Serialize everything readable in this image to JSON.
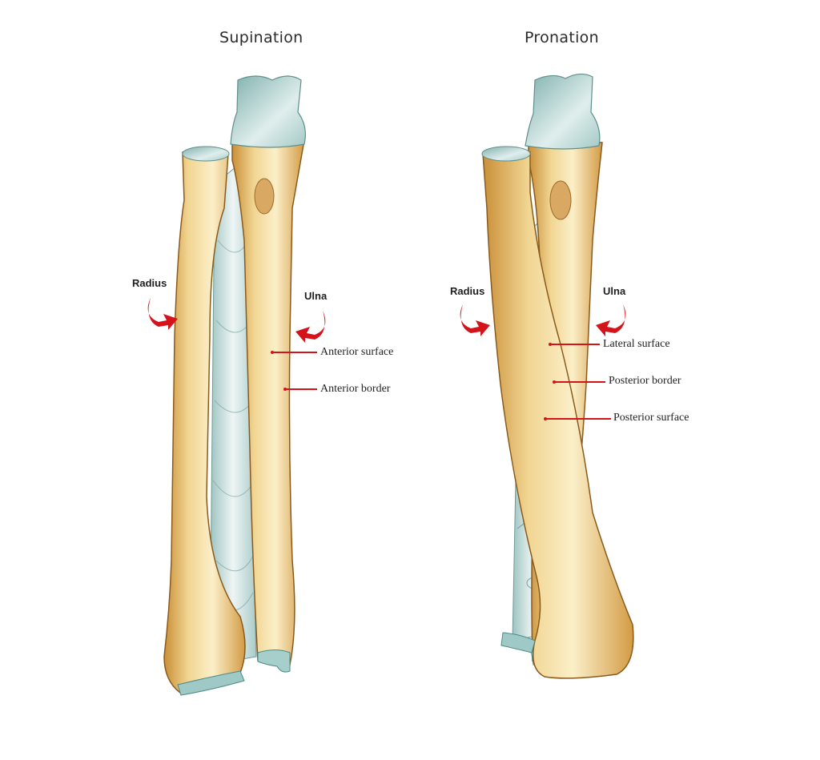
{
  "panels": [
    {
      "title": "Supination",
      "bones": {
        "radius": "Radius",
        "ulna": "Ulna"
      },
      "labels": [
        {
          "text": "Anterior surface"
        },
        {
          "text": "Anterior border"
        }
      ]
    },
    {
      "title": "Pronation",
      "bones": {
        "radius": "Radius",
        "ulna": "Ulna"
      },
      "labels": [
        {
          "text": "Lateral surface"
        },
        {
          "text": "Posterior border"
        },
        {
          "text": "Posterior surface"
        }
      ]
    }
  ],
  "colors": {
    "bone": "#e9c67a",
    "bone_shade": "#c9953f",
    "cartilage": "#bcd8d6",
    "membrane": "#dfeceb",
    "leader": "#d4141a",
    "arrow": "#d4141a"
  }
}
